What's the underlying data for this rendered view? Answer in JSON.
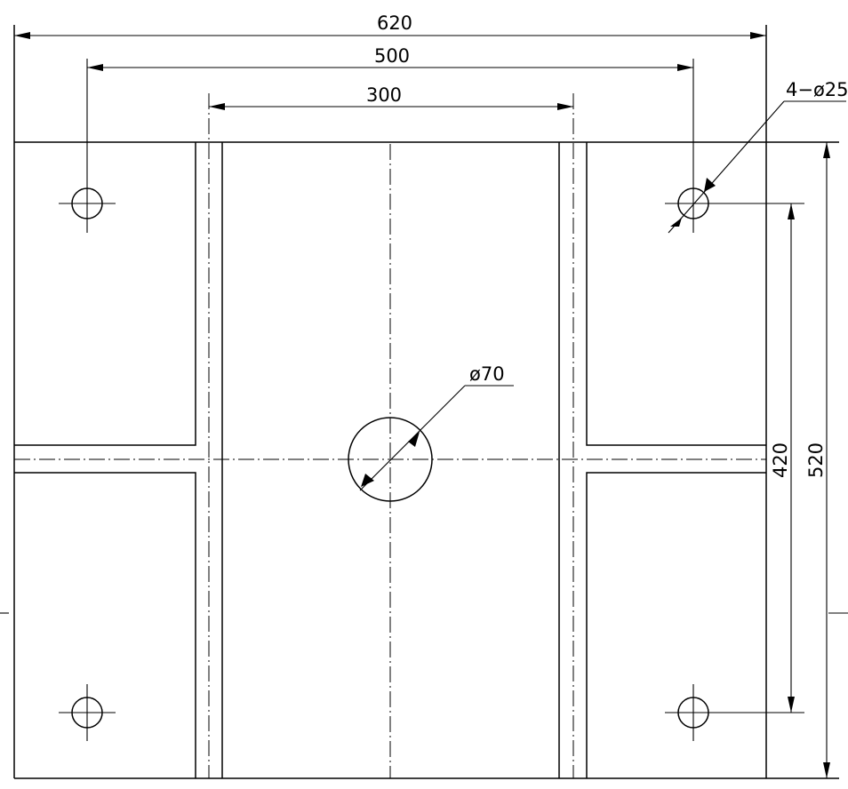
{
  "drawing": {
    "dimensions": {
      "overall_width": "620",
      "hole_spacing_x": "500",
      "inner_channel_width": "300",
      "hole_spacing_y": "420",
      "overall_height": "520"
    },
    "callouts": {
      "corner_holes": "4−ø25",
      "center_hole": "ø70"
    }
  }
}
